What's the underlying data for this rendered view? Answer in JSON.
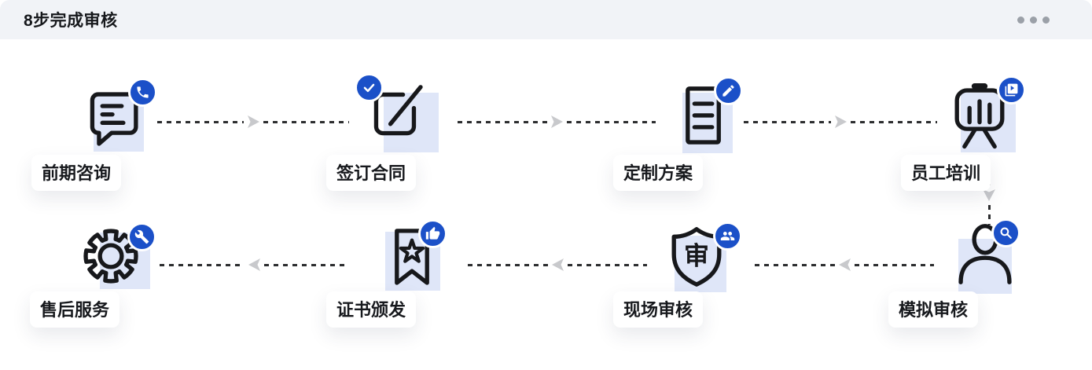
{
  "header": {
    "title": "8步完成审核",
    "menu_icon": "more-horizontal"
  },
  "colors": {
    "header_bg": "#f1f3f7",
    "badge_blue": "#1b50c8",
    "icon_tint": "#dfe6f8",
    "icon_stroke": "#17181b",
    "dash": "#2c2d2f",
    "arrowhead": "#c8c9cc"
  },
  "steps": [
    {
      "id": 1,
      "label": "前期咨询",
      "icon": "chat-bubble-icon",
      "badge_icon": "phone-icon"
    },
    {
      "id": 2,
      "label": "签订合同",
      "icon": "sign-contract-icon",
      "badge_icon": "check-icon"
    },
    {
      "id": 3,
      "label": "定制方案",
      "icon": "document-icon",
      "badge_icon": "pen-icon"
    },
    {
      "id": 4,
      "label": "员工培训",
      "icon": "presentation-icon",
      "badge_icon": "video-icon"
    },
    {
      "id": 5,
      "label": "模拟审核",
      "icon": "person-icon",
      "badge_icon": "magnifier-icon"
    },
    {
      "id": 6,
      "label": "现场审核",
      "icon": "shield-icon",
      "badge_icon": "people-icon",
      "shield_char": "审"
    },
    {
      "id": 7,
      "label": "证书颁发",
      "icon": "certificate-icon",
      "badge_icon": "thumbs-up-icon"
    },
    {
      "id": 8,
      "label": "售后服务",
      "icon": "gear-icon",
      "badge_icon": "wrench-icon"
    }
  ],
  "flow": {
    "row1_order": [
      "前期咨询",
      "签订合同",
      "定制方案",
      "员工培训"
    ],
    "row2_order": [
      "模拟审核",
      "现场审核",
      "证书颁发",
      "售后服务"
    ],
    "connector_style": "dashed",
    "row1_direction": "right",
    "drop_direction": "down",
    "row2_direction": "left"
  }
}
